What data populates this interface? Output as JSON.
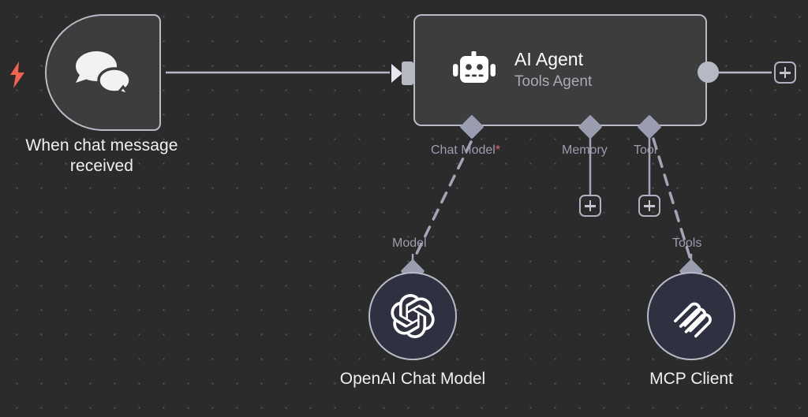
{
  "canvas": {
    "background_color": "#2b2b2b",
    "grid_dot_color": "#565656",
    "node_fill": "#3d3d3d",
    "node_border": "#b8bbc6",
    "accent_trigger_color": "#f4634f",
    "required_marker_color": "#e4636b",
    "connector_color": "#9a9cb0"
  },
  "nodes": {
    "trigger": {
      "label": "When chat message received",
      "icon": "chat-bubbles-icon",
      "trigger_icon": "lightning-bolt-icon"
    },
    "agent": {
      "title": "AI Agent",
      "subtitle": "Tools Agent",
      "icon": "robot-icon",
      "sub_ports": [
        {
          "label": "Chat Model",
          "required_marker": "*",
          "name": "chat-model"
        },
        {
          "label": "Memory",
          "required_marker": "",
          "name": "memory"
        },
        {
          "label": "Tool",
          "required_marker": "",
          "name": "tool"
        }
      ]
    },
    "openai": {
      "label": "OpenAI Chat Model",
      "port_label": "Model",
      "icon": "openai-logo-icon"
    },
    "mcp": {
      "label": "MCP Client",
      "port_label": "Tools",
      "icon": "mcp-client-icon"
    }
  },
  "buttons": {
    "add_after_agent": "+",
    "add_memory": "+",
    "add_tool": "+"
  }
}
